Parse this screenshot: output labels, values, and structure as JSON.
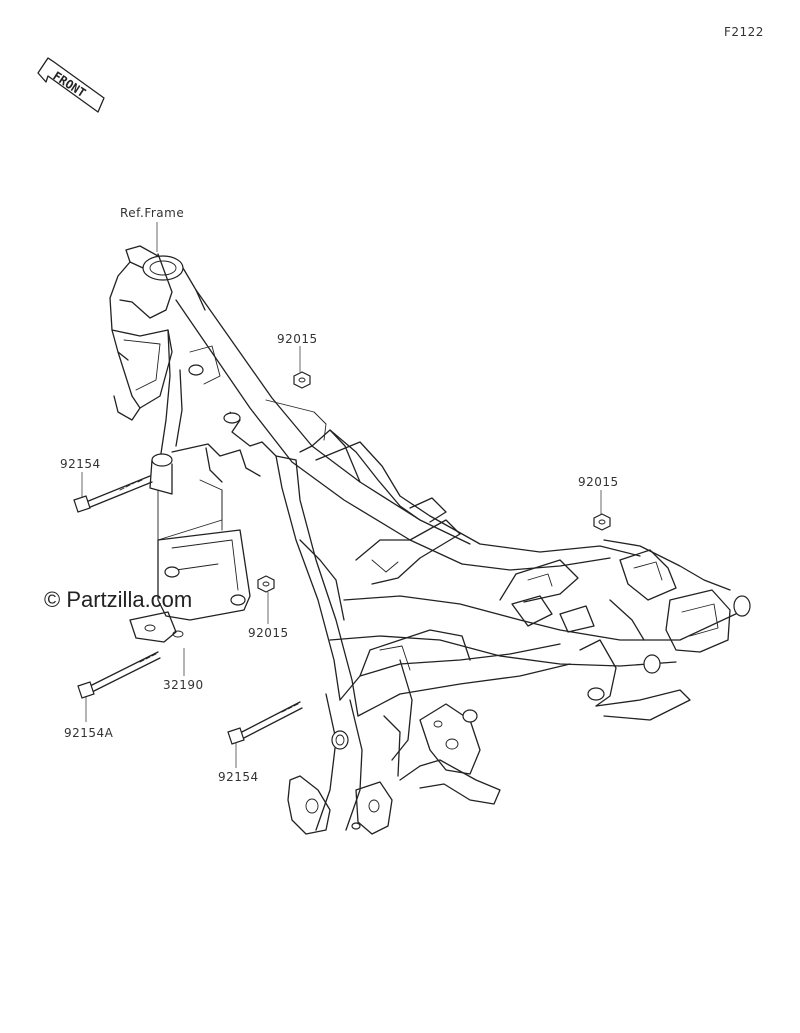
{
  "figure_code": "F2122",
  "front_label": "FRONT",
  "watermark": "© Partzilla.com",
  "callouts": [
    {
      "id": "ref-frame",
      "text": "Ref.Frame"
    },
    {
      "id": "92015-top",
      "text": "92015"
    },
    {
      "id": "92015-right",
      "text": "92015"
    },
    {
      "id": "92154-left",
      "text": "92154"
    },
    {
      "id": "92015-mid",
      "text": "92015"
    },
    {
      "id": "32190",
      "text": "32190"
    },
    {
      "id": "92154A",
      "text": "92154A"
    },
    {
      "id": "92154-bottom",
      "text": "92154"
    }
  ]
}
